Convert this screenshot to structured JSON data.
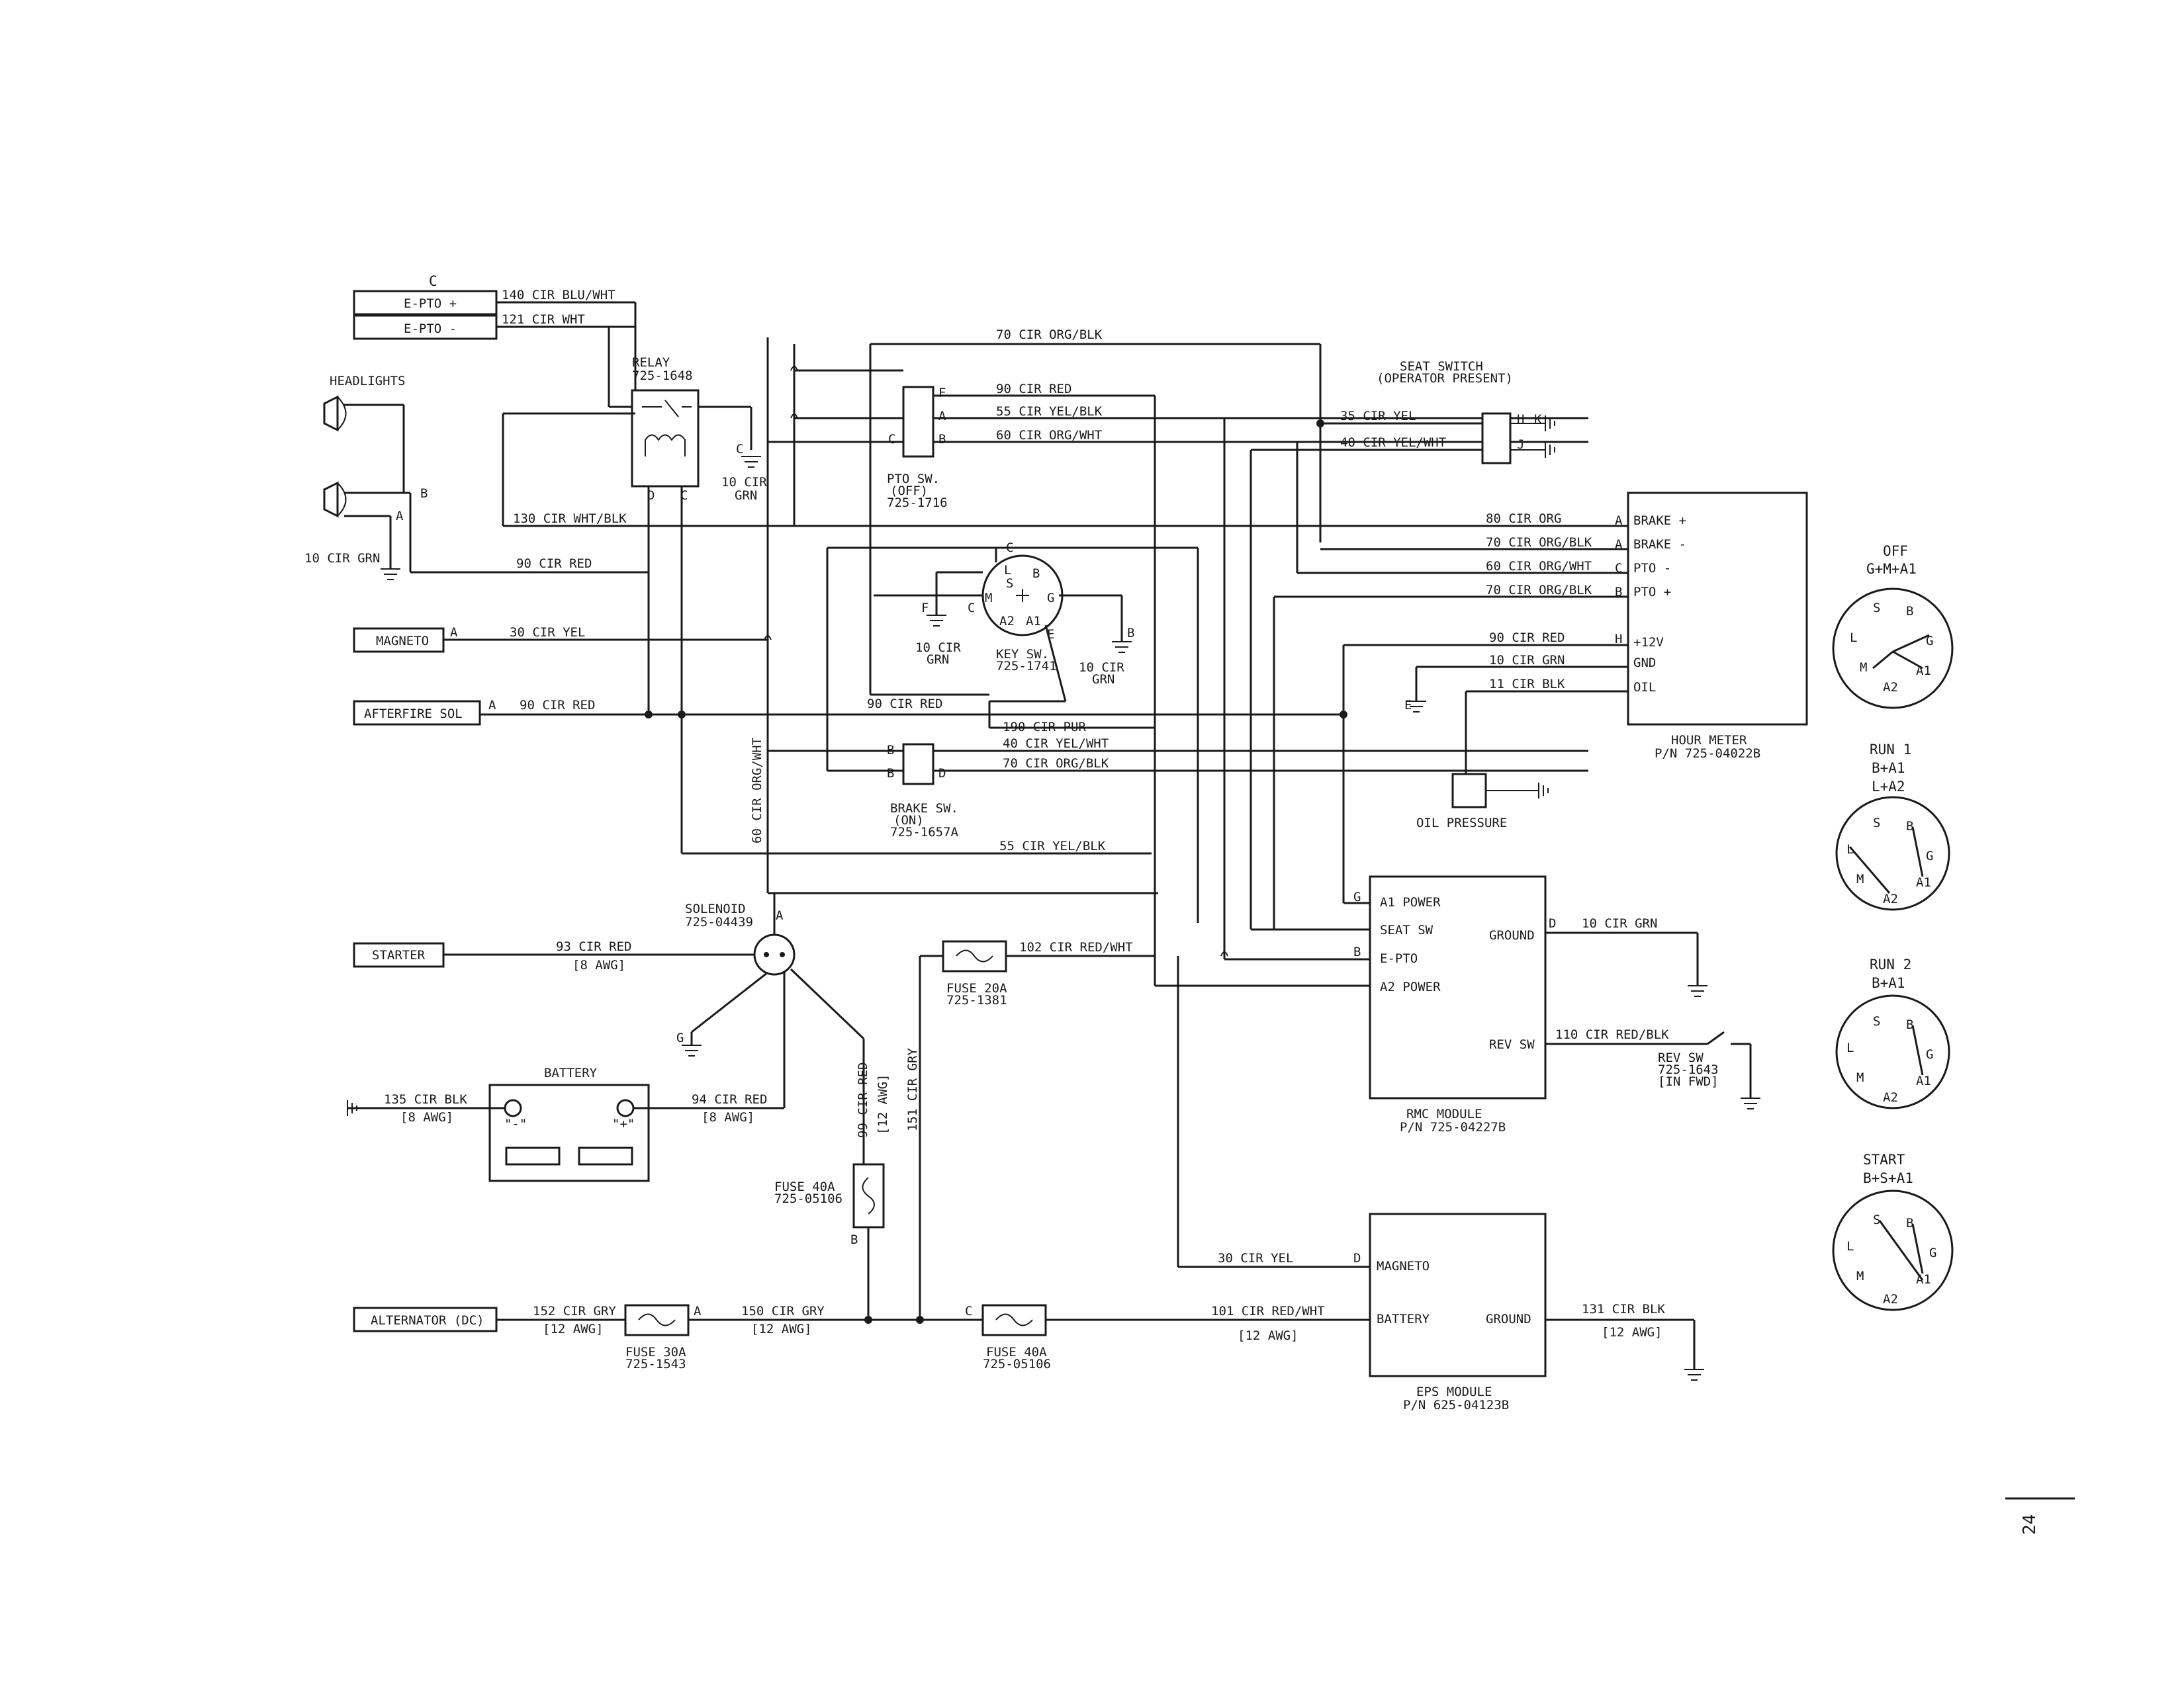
{
  "connectors": {
    "c_top": "C",
    "epto_plus": "E-PTO +",
    "epto_minus": "E-PTO -",
    "headlights": "HEADLIGHTS",
    "magneto": "MAGNETO",
    "afterfire": "AFTERFIRE SOL",
    "starter": "STARTER",
    "alternator": "ALTERNATOR (DC)"
  },
  "wires": {
    "w140": "140 CIR BLU/WHT",
    "w121": "121 CIR WHT",
    "w70a": "70 CIR ORG/BLK",
    "w90red_pto": "90 CIR RED",
    "w55_pto": "55 CIR YEL/BLK",
    "w60_pto": "60 CIR ORG/WHT",
    "w130": "130 CIR WHT/BLK",
    "w10grn_hl": "10 CIR GRN",
    "w90_hl": "90 CIR RED",
    "w30_mag": "30 CIR YEL",
    "w90_af": "90 CIR RED",
    "w90_mid": "90 CIR RED",
    "w190": "190 CIR PUR",
    "w40_brake": "40 CIR YEL/WHT",
    "w70_brake": "70 CIR ORG/BLK",
    "w55_bottom": "55 CIR YEL/BLK",
    "w60_vert": "60 CIR ORG/WHT",
    "w35": "35 CIR YEL",
    "w40_seat": "40 CIR YEL/WHT",
    "w80": "80 CIR ORG",
    "w70_hm": "70 CIR ORG/BLK",
    "w60_hm": "60 CIR ORG/WHT",
    "w70b_hm": "70 CIR ORG/BLK",
    "w90_hm": "90 CIR RED",
    "w10_hm": "10 CIR GRN",
    "w11_hm": "11 CIR BLK",
    "w93": "93 CIR RED",
    "w93_awg": "[8 AWG]",
    "w135": "135 CIR BLK",
    "w135_awg": "[8 AWG]",
    "w94": "94 CIR RED",
    "w94_awg": "[8 AWG]",
    "w102": "102 CIR RED/WHT",
    "w99": "99 CIR RED",
    "w99_awg": "[12 AWG]",
    "w151": "151 CIR GRY",
    "w152": "152 CIR GRY",
    "w152_awg": "[12 AWG]",
    "w150": "150 CIR GRY",
    "w150_awg": "[12 AWG]",
    "w101": "101 CIR RED/WHT",
    "w101_awg": "[12 AWG]",
    "w30_eps": "30 CIR YEL",
    "w131": "131 CIR BLK",
    "w131_awg": "[12 AWG]",
    "w10_rmc": "10 CIR GRN",
    "w110": "110 CIR RED/BLK",
    "w10_relay": "10 CIR",
    "w10_relay2": "GRN",
    "w10_key": "10 CIR",
    "w10_key2": "GRN",
    "w10_keyr": "10 CIR",
    "w10_keyr2": "GRN"
  },
  "components": {
    "relay": "RELAY",
    "relay_pn": "725-1648",
    "pto_sw": "PTO SW.",
    "pto_off": "(OFF)",
    "pto_pn": "725-1716",
    "key_sw": "KEY SW.",
    "key_pn": "725-1741",
    "brake_sw": "BRAKE SW.",
    "brake_on": "(ON)",
    "brake_pn": "725-1657A",
    "seat_sw": "SEAT SWITCH",
    "seat_sub": "(OPERATOR PRESENT)",
    "hour_meter": "HOUR METER",
    "hour_pn": "P/N 725-04022B",
    "oil_pressure": "OIL PRESSURE",
    "solenoid": "SOLENOID",
    "solenoid_pn": "725-04439",
    "battery": "BATTERY",
    "fuse20": "FUSE 20A",
    "fuse20_pn": "725-1381",
    "fuse40v": "FUSE 40A",
    "fuse40v_pn": "725-05106",
    "fuse30": "FUSE 30A",
    "fuse30_pn": "725-1543",
    "fuse40h": "FUSE 40A",
    "fuse40h_pn": "725-05106",
    "rmc": "RMC MODULE",
    "rmc_pn": "P/N 725-04227B",
    "eps": "EPS MODULE",
    "eps_pn": "P/N 625-04123B",
    "rev_sw": "REV SW",
    "rev_pn": "725-1643",
    "rev_fwd": "[IN FWD]"
  },
  "hour_meter_pins": [
    "BRAKE +",
    "BRAKE -",
    "PTO -",
    "PTO +",
    "+12V",
    "GND",
    "OIL"
  ],
  "hour_meter_pin_letters": [
    "A",
    "A",
    "C",
    "B",
    "H"
  ],
  "rmc_pins": [
    "A1 POWER",
    "SEAT SW",
    "E-PTO",
    "A2 POWER",
    "GROUND",
    "REV SW"
  ],
  "eps_pins": [
    "MAGNETO",
    "BATTERY",
    "GROUND"
  ],
  "pin_letters": {
    "b": "B",
    "a": "A",
    "c": "C",
    "d": "D",
    "e": "E",
    "f": "F",
    "g": "G",
    "h": "H",
    "j": "J",
    "k": "K",
    "l": "L",
    "m": "M",
    "s": "S",
    "a1": "A1",
    "a2": "A2",
    "minus": "\"-\"",
    "plus": "\"+\""
  },
  "key_positions": [
    {
      "name": "OFF",
      "combo": "G+M+A1"
    },
    {
      "name": "RUN 1",
      "combo": "B+A1",
      "combo2": "L+A2"
    },
    {
      "name": "RUN 2",
      "combo": "B+A1"
    },
    {
      "name": "START",
      "combo": "B+S+A1"
    }
  ],
  "page_number": "24"
}
